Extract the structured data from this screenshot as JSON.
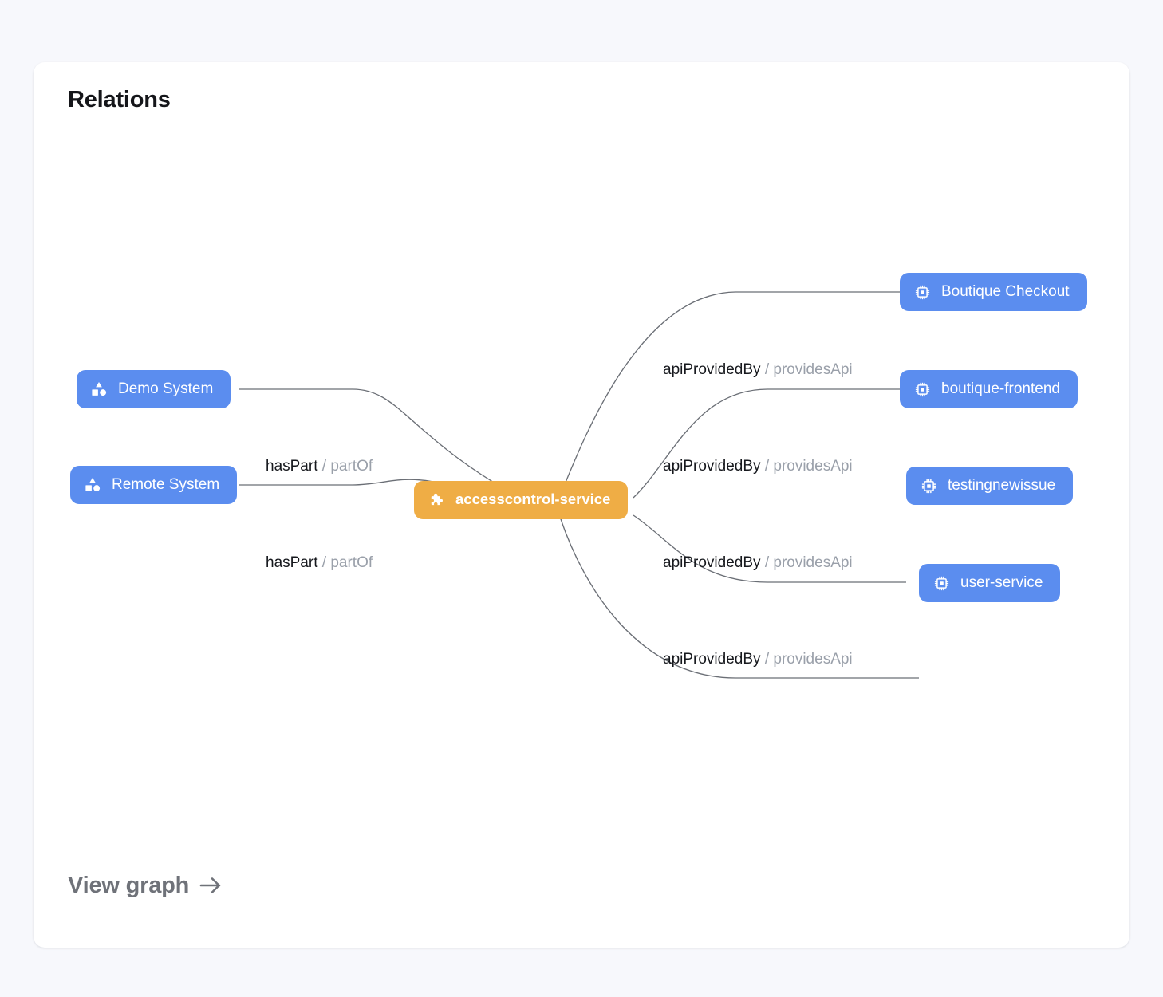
{
  "card": {
    "title": "Relations",
    "footer": {
      "label": "View graph",
      "icon": "arrow-right-icon"
    }
  },
  "colors": {
    "page_background": "#f7f8fc",
    "card_background": "#ffffff",
    "entity_node": "#5b8def",
    "focus_node": "#efad45",
    "edge_line": "#6b6f76",
    "relation_forward_text": "#16181d",
    "relation_reverse_text": "#9aa0aa",
    "footer_text": "#6f7279",
    "title_text": "#15161a"
  },
  "graph": {
    "focus_node": {
      "id": "accesscontrol-service",
      "label": "accesscontrol-service",
      "kind": "component",
      "icon": "puzzle-piece-icon",
      "color": "#efad45"
    },
    "left_nodes": [
      {
        "id": "demo-system",
        "label": "Demo System",
        "kind": "system",
        "icon": "category-shapes-icon",
        "color": "#5b8def"
      },
      {
        "id": "remote-system",
        "label": "Remote System",
        "kind": "system",
        "icon": "category-shapes-icon",
        "color": "#5b8def"
      }
    ],
    "right_nodes": [
      {
        "id": "boutique-checkout",
        "label": "Boutique Checkout",
        "kind": "api",
        "icon": "memory-chip-icon",
        "color": "#5b8def"
      },
      {
        "id": "boutique-frontend",
        "label": "boutique-frontend",
        "kind": "api",
        "icon": "memory-chip-icon",
        "color": "#5b8def"
      },
      {
        "id": "testingnewissue",
        "label": "testingnewissue",
        "kind": "api",
        "icon": "memory-chip-icon",
        "color": "#5b8def"
      },
      {
        "id": "user-service",
        "label": "user-service",
        "kind": "api",
        "icon": "memory-chip-icon",
        "color": "#5b8def"
      }
    ],
    "edges": [
      {
        "id": "edge-demo-system",
        "from": "demo-system",
        "to": "accesscontrol-service",
        "forward": "hasPart",
        "separator": "/",
        "reverse": "partOf"
      },
      {
        "id": "edge-remote-system",
        "from": "remote-system",
        "to": "accesscontrol-service",
        "forward": "hasPart",
        "separator": "/",
        "reverse": "partOf"
      },
      {
        "id": "edge-boutique-checkout",
        "from": "accesscontrol-service",
        "to": "boutique-checkout",
        "forward": "apiProvidedBy",
        "separator": "/",
        "reverse": "providesApi"
      },
      {
        "id": "edge-boutique-frontend",
        "from": "accesscontrol-service",
        "to": "boutique-frontend",
        "forward": "apiProvidedBy",
        "separator": "/",
        "reverse": "providesApi"
      },
      {
        "id": "edge-testingnewissue",
        "from": "accesscontrol-service",
        "to": "testingnewissue",
        "forward": "apiProvidedBy",
        "separator": "/",
        "reverse": "providesApi"
      },
      {
        "id": "edge-user-service",
        "from": "accesscontrol-service",
        "to": "user-service",
        "forward": "apiProvidedBy",
        "separator": "/",
        "reverse": "providesApi"
      }
    ]
  }
}
